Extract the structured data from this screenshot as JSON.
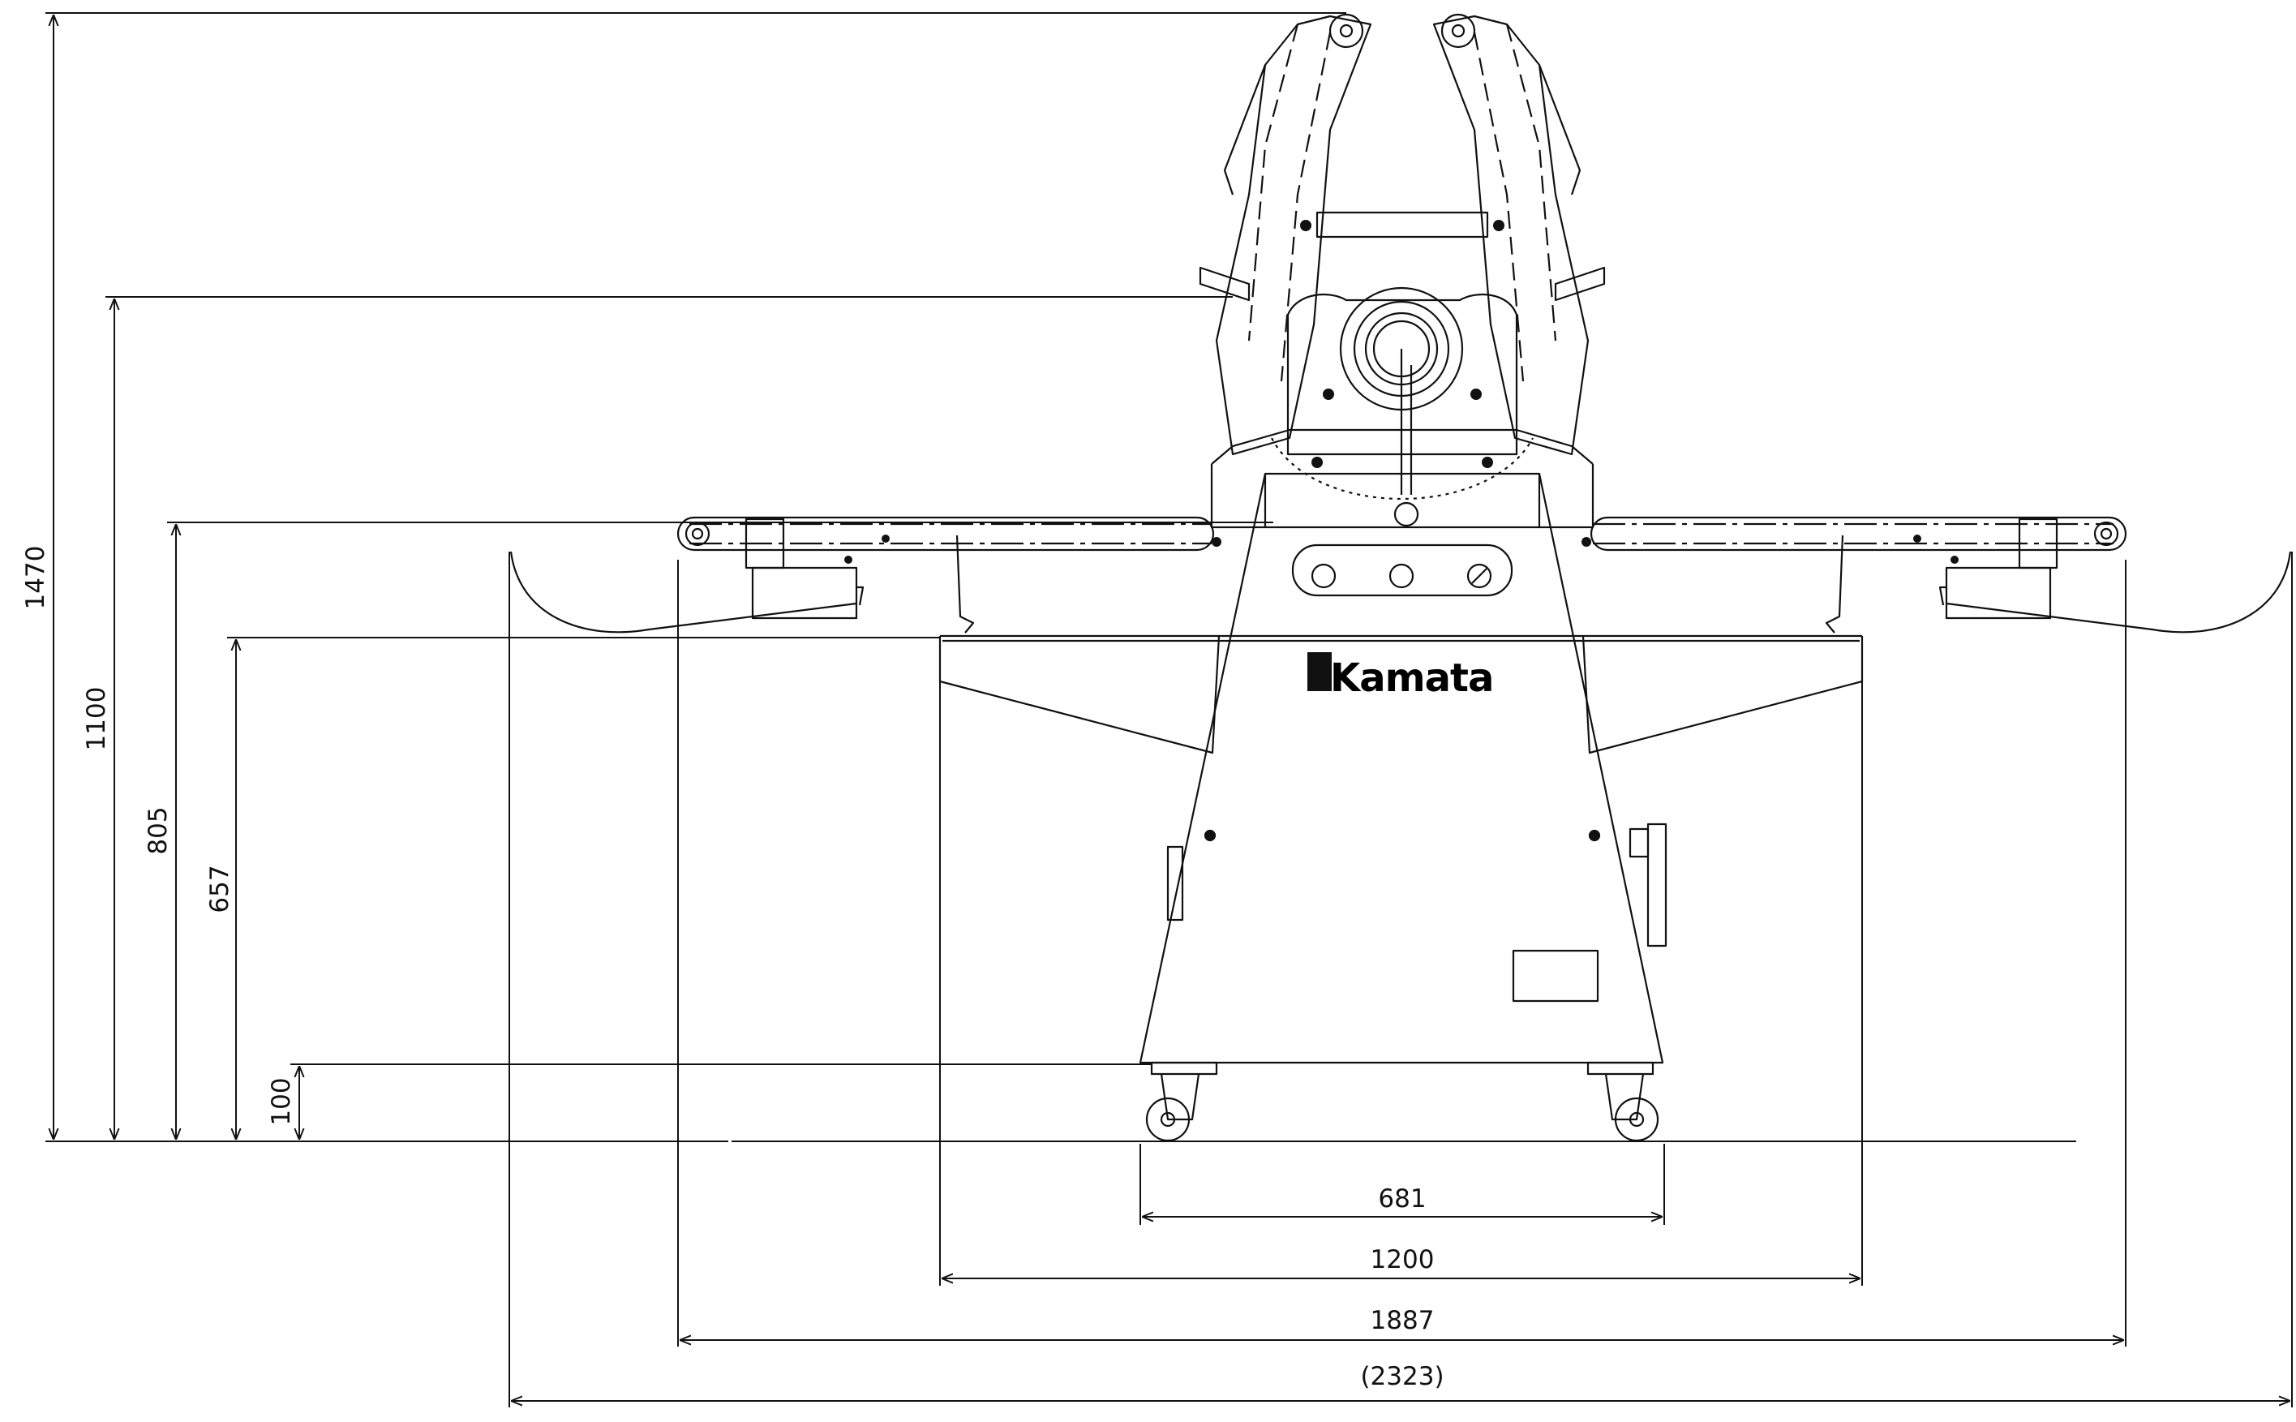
{
  "drawing": {
    "brand": "Kamata",
    "vertical_dimensions": {
      "overall_height": "1470",
      "table_height": "1100",
      "conveyor_height": "805",
      "base_height": "657",
      "caster_height": "100"
    },
    "horizontal_dimensions": {
      "base_width": "681",
      "table_width": "1200",
      "conveyor_length": "1887",
      "overall_width": "(2323)"
    },
    "colors": {
      "line": "#111111",
      "background": "#ffffff"
    }
  }
}
